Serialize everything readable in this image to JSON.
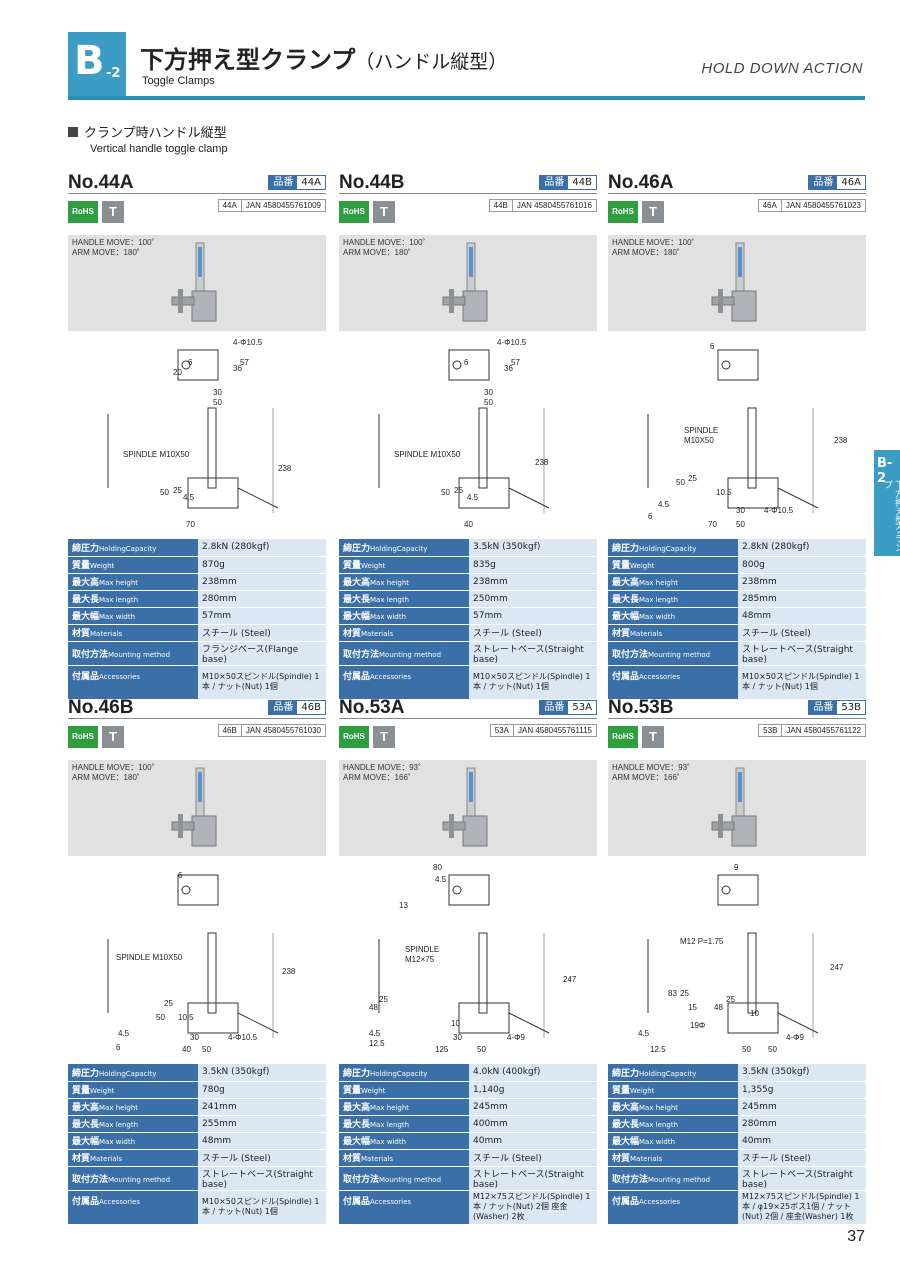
{
  "header": {
    "badge_letter": "B",
    "badge_num": "-2",
    "title": "下方押え型クランプ",
    "title_paren": "（ハンドル縦型）",
    "subtitle": "Toggle Clamps",
    "action": "HOLD DOWN ACTION"
  },
  "section": {
    "jp": "クランプ時ハンドル縦型",
    "en": "Vertical handle toggle clamp"
  },
  "sidetab": {
    "code": "B-2",
    "label": "下方押え型クランプ"
  },
  "page_number": "37",
  "common": {
    "hinban_label": "品番",
    "rohs": "RoHS",
    "tool_icon": "T",
    "spec_keys": [
      {
        "jp": "締圧力",
        "en": "HoldingCapacity"
      },
      {
        "jp": "質量",
        "en": "Weight"
      },
      {
        "jp": "最大高",
        "en": "Max height"
      },
      {
        "jp": "最大長",
        "en": "Max length"
      },
      {
        "jp": "最大幅",
        "en": "Max width"
      },
      {
        "jp": "材質",
        "en": "Materials"
      },
      {
        "jp": "取付方法",
        "en": "Mounting method"
      },
      {
        "jp": "付属品",
        "en": "Accessories"
      }
    ]
  },
  "products": [
    {
      "name": "No.44A",
      "code": "44A",
      "jan_code": "44A",
      "jan": "JAN 4580455761009",
      "move": [
        "HANDLE MOVE：100˚",
        "ARM MOVE：180˚"
      ],
      "dims": [
        "4-Φ10.5",
        "20",
        "6",
        "36",
        "57",
        "30",
        "50",
        "SPINDLE M10X50",
        "238",
        "50",
        "25",
        "4.5",
        "70"
      ],
      "specs": [
        "2.8kN (280kgf)",
        "870g",
        "238mm",
        "280mm",
        "57mm",
        "スチール (Steel)",
        "フランジベース(Flange base)",
        "M10×50スピンドル(Spindle) 1本 / ナット(Nut) 1個"
      ]
    },
    {
      "name": "No.44B",
      "code": "44B",
      "jan_code": "44B",
      "jan": "JAN 4580455761016",
      "move": [
        "HANDLE MOVE：100˚",
        "ARM MOVE：180˚"
      ],
      "dims": [
        "4-Φ10.5",
        "6",
        "36",
        "57",
        "30",
        "50",
        "SPINDLE M10X50",
        "238",
        "50",
        "25",
        "4.5",
        "40"
      ],
      "specs": [
        "3.5kN (350kgf)",
        "835g",
        "238mm",
        "250mm",
        "57mm",
        "スチール (Steel)",
        "ストレートベース(Straight base)",
        "M10×50スピンドル(Spindle) 1本 / ナット(Nut) 1個"
      ]
    },
    {
      "name": "No.46A",
      "code": "46A",
      "jan_code": "46A",
      "jan": "JAN 4580455761023",
      "move": [
        "HANDLE MOVE：100˚",
        "ARM MOVE：180˚"
      ],
      "dims": [
        "6",
        "SPINDLE",
        "M10X50",
        "238",
        "50",
        "25",
        "10.5",
        "4.5",
        "6",
        "70",
        "30",
        "50",
        "4-Φ10.5"
      ],
      "specs": [
        "2.8kN (280kgf)",
        "800g",
        "238mm",
        "285mm",
        "48mm",
        "スチール (Steel)",
        "ストレートベース(Straight base)",
        "M10×50スピンドル(Spindle) 1本 / ナット(Nut) 1個"
      ]
    },
    {
      "name": "No.46B",
      "code": "46B",
      "jan_code": "46B",
      "jan": "JAN 4580455761030",
      "move": [
        "HANDLE MOVE：100˚",
        "ARM MOVE：180˚"
      ],
      "dims": [
        "6",
        "SPINDLE M10X50",
        "238",
        "50",
        "25",
        "10.5",
        "4.5",
        "6",
        "30",
        "4-Φ10.5",
        "40",
        "50"
      ],
      "specs": [
        "3.5kN (350kgf)",
        "780g",
        "241mm",
        "255mm",
        "48mm",
        "スチール (Steel)",
        "ストレートベース(Straight base)",
        "M10×50スピンドル(Spindle) 1本 / ナット(Nut) 1個"
      ]
    },
    {
      "name": "No.53A",
      "code": "53A",
      "jan_code": "53A",
      "jan": "JAN 4580455761115",
      "move": [
        "HANDLE MOVE：93˚",
        "ARM MOVE：166˚"
      ],
      "dims": [
        "80",
        "4.5",
        "13",
        "SPINDLE",
        "M12×75",
        "247",
        "48",
        "25",
        "10",
        "4.5",
        "12.5",
        "125",
        "30",
        "50",
        "4-Φ9"
      ],
      "specs": [
        "4.0kN (400kgf)",
        "1,140g",
        "245mm",
        "400mm",
        "40mm",
        "スチール (Steel)",
        "ストレートベース(Straight base)",
        "M12×75スピンドル(Spindle) 1本 / ナット(Nut) 2個 座金(Washer) 2枚"
      ]
    },
    {
      "name": "No.53B",
      "code": "53B",
      "jan_code": "53B",
      "jan": "JAN 4580455761122",
      "move": [
        "HANDLE MOVE：93˚",
        "ARM MOVE：166˚"
      ],
      "dims": [
        "9",
        "M12 P=1.75",
        "247",
        "83",
        "25",
        "15",
        "19Φ",
        "48",
        "25",
        "10",
        "4.5",
        "12.5",
        "50",
        "50",
        "4-Φ9"
      ],
      "specs": [
        "3.5kN (350kgf)",
        "1,355g",
        "245mm",
        "280mm",
        "40mm",
        "スチール (Steel)",
        "ストレートベース(Straight base)",
        "M12×75スピンドル(Spindle) 1本 / φ19×25ボス1個 / ナット(Nut) 2個 / 座金(Washer) 1枚"
      ]
    }
  ]
}
